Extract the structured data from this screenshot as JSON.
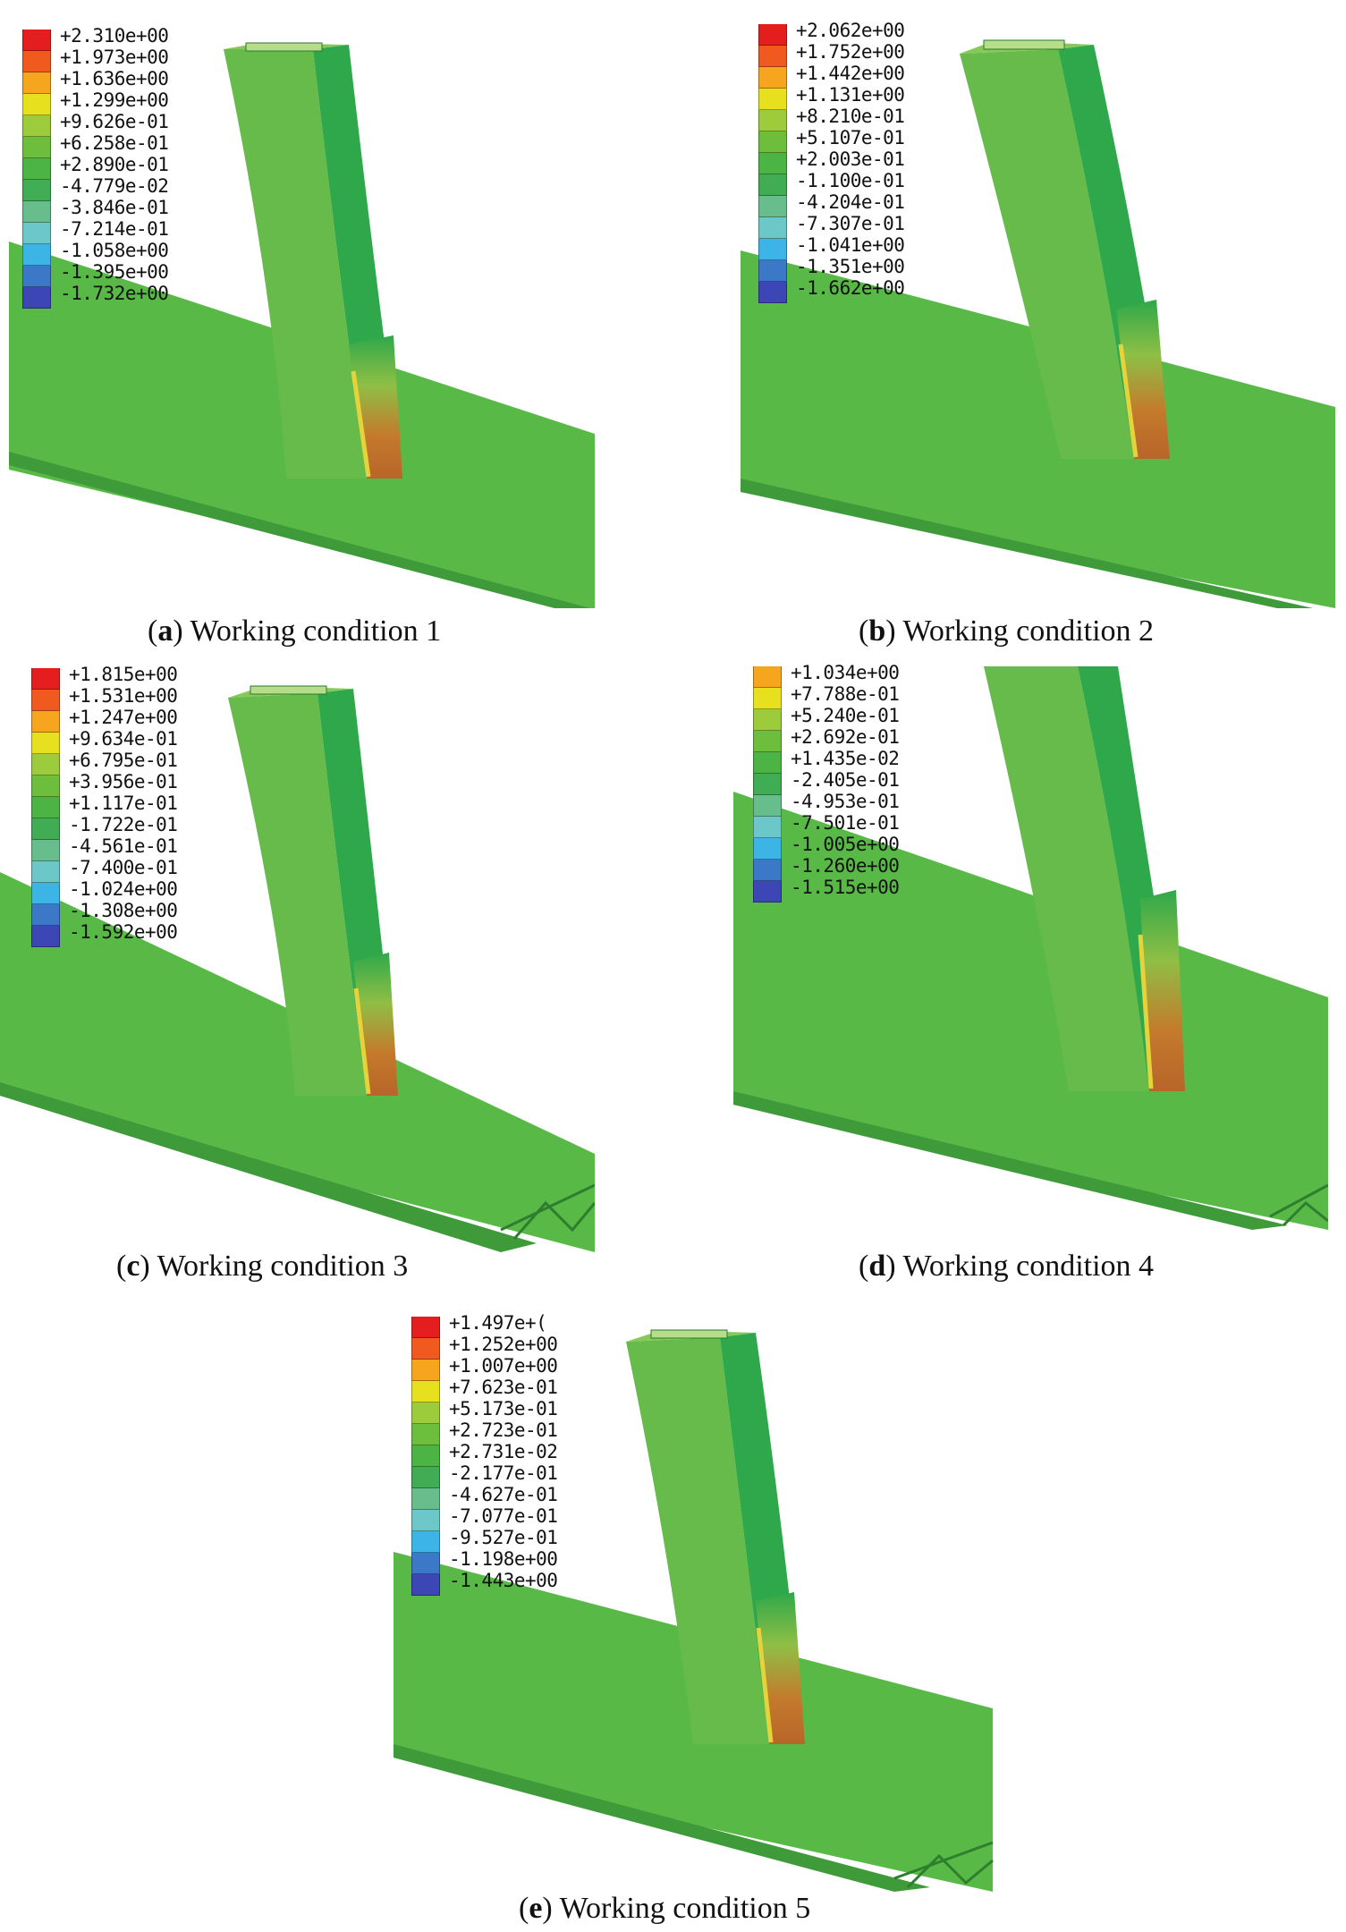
{
  "colors": {
    "plate": "#58b947",
    "plate_edge": "#3f9a3a",
    "column_front": "#66bb4a",
    "column_side": "#2ea84a",
    "column_top": "#86c85a",
    "hot_orange": "#c47a2c",
    "hot_yellow": "#e6d23a",
    "legend": [
      "#e41e1e",
      "#f05a1e",
      "#f6a51e",
      "#e6e01e",
      "#9ccb3c",
      "#6cbe3c",
      "#4cb444",
      "#40ad54",
      "#68bd8c",
      "#6cc8c8",
      "#3cb4e6",
      "#3c78c8",
      "#3c46b4"
    ]
  },
  "panels": [
    {
      "id": "a",
      "caption_letter": "a",
      "caption_text": "Working condition 1",
      "legend": [
        "+2.310e+00",
        "+1.973e+00",
        "+1.636e+00",
        "+1.299e+00",
        "+9.626e-01",
        "+6.258e-01",
        "+2.890e-01",
        "-4.779e-02",
        "-3.846e-01",
        "-7.214e-01",
        "-1.058e+00",
        "-1.395e+00",
        "-1.732e+00"
      ]
    },
    {
      "id": "b",
      "caption_letter": "b",
      "caption_text": "Working condition 2",
      "legend": [
        "+2.062e+00",
        "+1.752e+00",
        "+1.442e+00",
        "+1.131e+00",
        "+8.210e-01",
        "+5.107e-01",
        "+2.003e-01",
        "-1.100e-01",
        "-4.204e-01",
        "-7.307e-01",
        "-1.041e+00",
        "-1.351e+00",
        "-1.662e+00"
      ]
    },
    {
      "id": "c",
      "caption_letter": "c",
      "caption_text": "Working condition 3",
      "legend": [
        "+1.815e+00",
        "+1.531e+00",
        "+1.247e+00",
        "+9.634e-01",
        "+6.795e-01",
        "+3.956e-01",
        "+1.117e-01",
        "-1.722e-01",
        "-4.561e-01",
        "-7.400e-01",
        "-1.024e+00",
        "-1.308e+00",
        "-1.592e+00"
      ]
    },
    {
      "id": "d",
      "caption_letter": "d",
      "caption_text": "Working condition 4",
      "legend": [
        "+1.034e+00",
        "+7.788e-01",
        "+5.240e-01",
        "+2.692e-01",
        "+1.435e-02",
        "-2.405e-01",
        "-4.953e-01",
        "-7.501e-01",
        "-1.005e+00",
        "-1.260e+00",
        "-1.515e+00"
      ]
    },
    {
      "id": "e",
      "caption_letter": "e",
      "caption_text": "Working condition 5",
      "legend": [
        "+1.497e+(",
        "+1.252e+00",
        "+1.007e+00",
        "+7.623e-01",
        "+5.173e-01",
        "+2.723e-01",
        "+2.731e-02",
        "-2.177e-01",
        "-4.627e-01",
        "-7.077e-01",
        "-9.527e-01",
        "-1.198e+00",
        "-1.443e+00"
      ]
    }
  ]
}
